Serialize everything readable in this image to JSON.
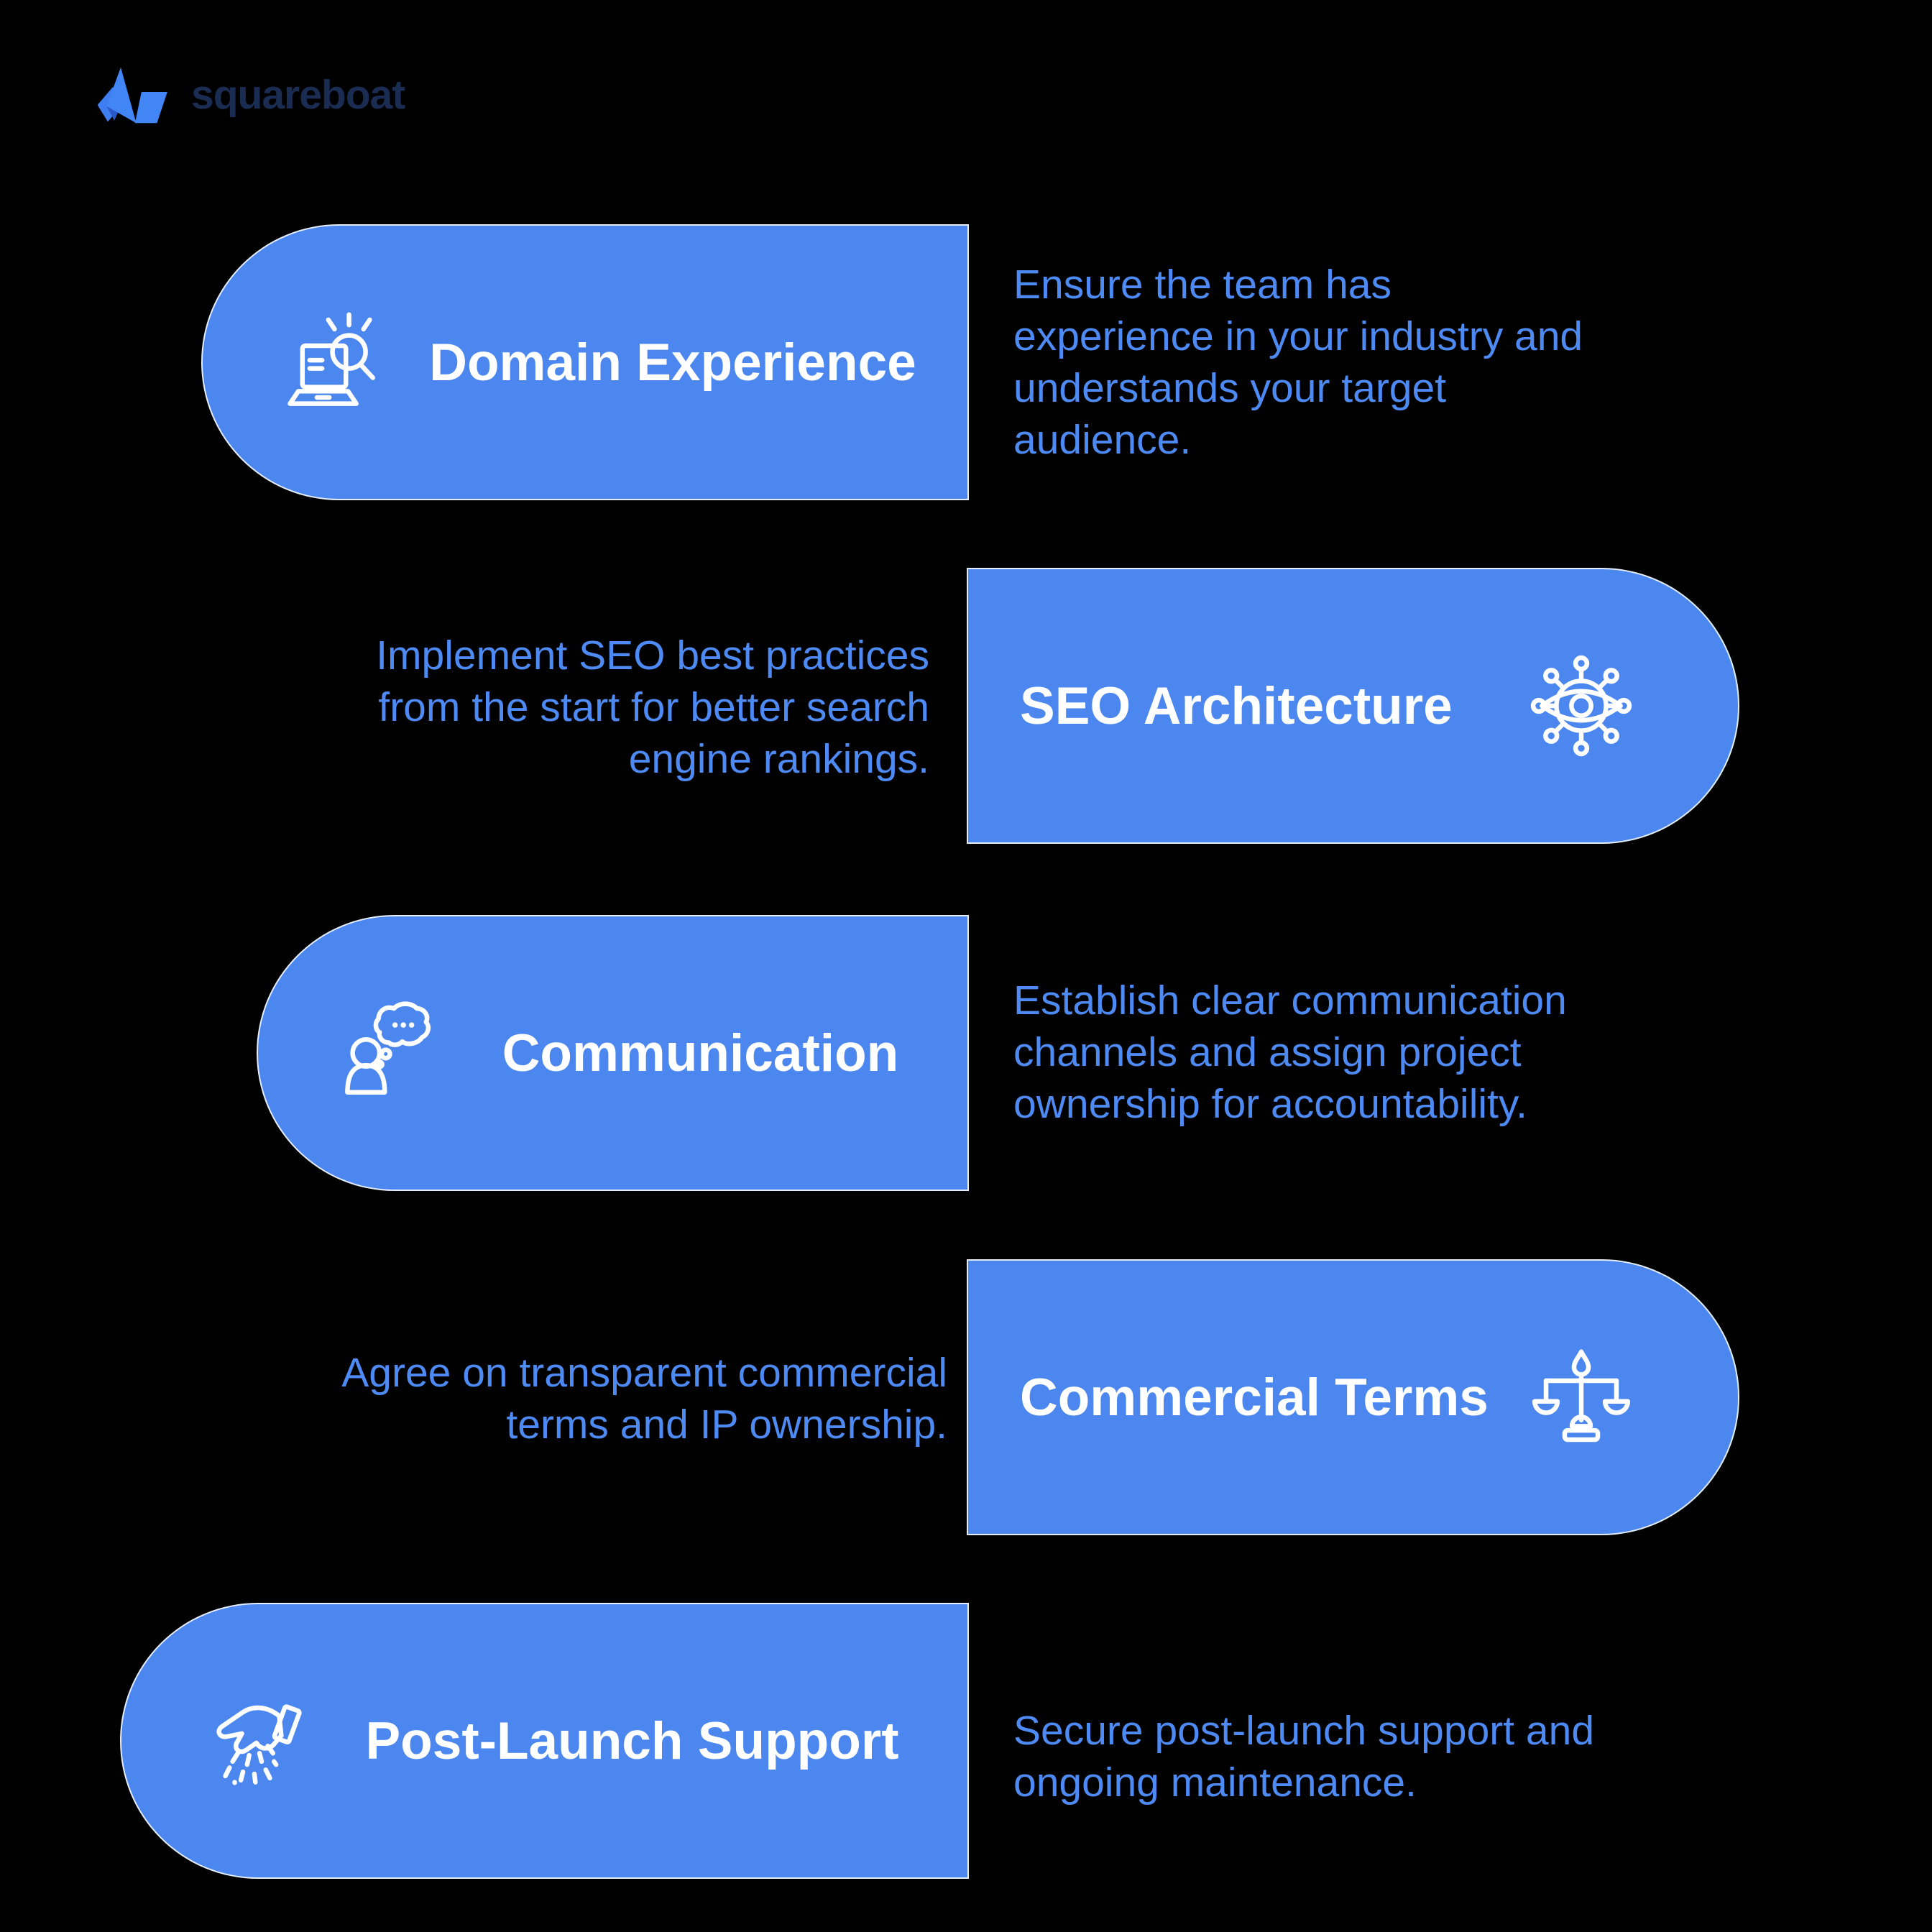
{
  "logo": {
    "text": "squareboat",
    "icon": "squareboat-boat-icon",
    "text_color": "#1a2c52",
    "boat_blue": "#3e7ef0",
    "boat_blue_light": "#4285f4",
    "boat_blue_dark": "#2a5ac9"
  },
  "colors": {
    "background": "#000000",
    "pill_fill": "#4b87ef",
    "pill_border": "rgba(255,255,255,0.85)",
    "pill_title_text": "#ffffff",
    "description_text": "#4e8af4",
    "icon_stroke": "#ffffff"
  },
  "rows": [
    {
      "id": "domain-experience",
      "side": "left",
      "title": "Domain Experience",
      "icon": "laptop-search-icon",
      "description": "Ensure the team has\nexperience in your industry and\nunderstands your target\naudience."
    },
    {
      "id": "seo-architecture",
      "side": "right",
      "title": "SEO Architecture",
      "icon": "eye-network-icon",
      "description": "Implement SEO best practices\nfrom the start for better search\nengine rankings."
    },
    {
      "id": "communication",
      "side": "left",
      "title": "Communication",
      "icon": "person-thought-icon",
      "description": "Establish clear communication\nchannels and assign project\nownership for accountability."
    },
    {
      "id": "commercial-terms",
      "side": "right",
      "title": "Commercial Terms",
      "icon": "scales-icon",
      "description": "Agree on transparent commercial\nterms and IP ownership."
    },
    {
      "id": "post-launch-support",
      "side": "left",
      "title": "Post-Launch Support",
      "icon": "hand-sowing-icon",
      "description": "Secure post-launch support and\nongoing maintenance."
    }
  ]
}
